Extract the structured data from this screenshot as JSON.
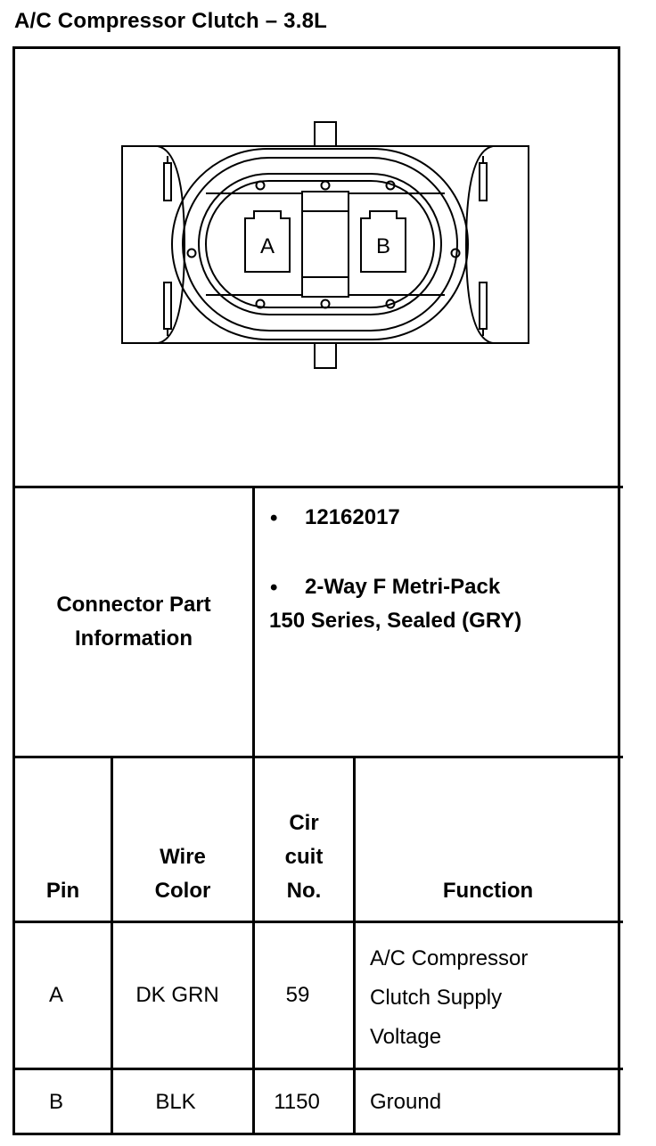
{
  "title": "A/C Compressor Clutch – 3.8L",
  "connector": {
    "pin_labels": [
      "A",
      "B"
    ]
  },
  "part_info": {
    "label_line1": "Connector Part",
    "label_line2": "Information",
    "bullet": "•",
    "part_number": "12162017",
    "desc_line1": "2-Way F Metri-Pack",
    "desc_line2": "150 Series, Sealed (GRY)"
  },
  "table": {
    "headers": {
      "pin": "Pin",
      "wire_color_1": "Wire",
      "wire_color_2": "Color",
      "circuit_1": "Cir",
      "circuit_2": "cuit",
      "circuit_3": "No.",
      "function": "Function"
    },
    "rows": [
      {
        "pin": "A",
        "wire_color": "DK GRN",
        "circuit": "59",
        "function_lines": [
          "A/C Compressor",
          "Clutch Supply",
          "Voltage"
        ]
      },
      {
        "pin": "B",
        "wire_color": "BLK",
        "circuit": "1150",
        "function_lines": [
          "Ground"
        ]
      }
    ]
  }
}
